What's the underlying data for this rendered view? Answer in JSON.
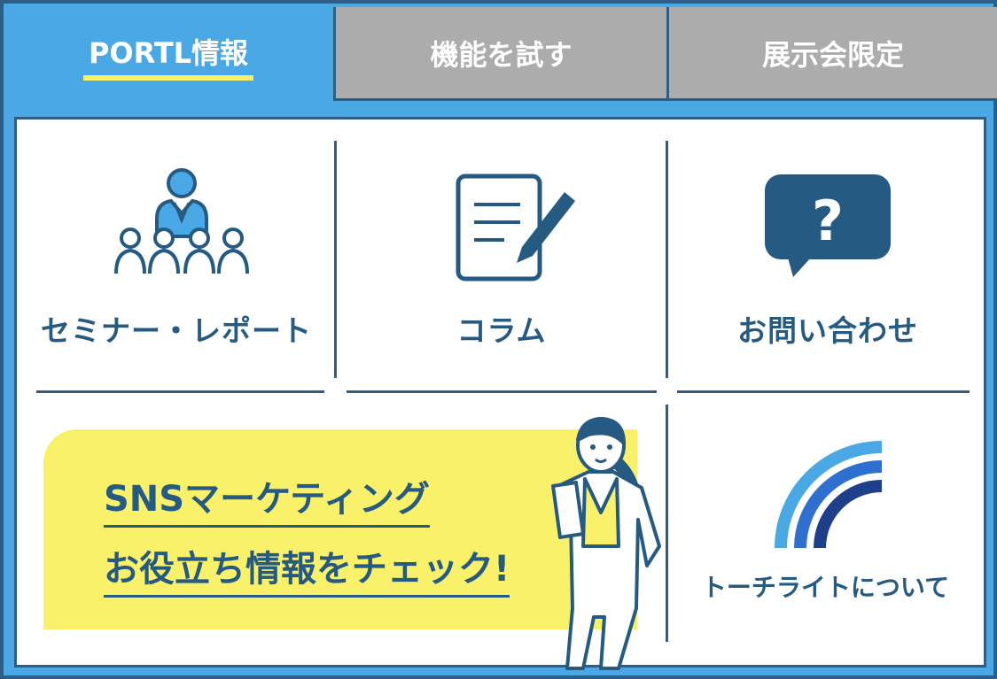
{
  "tabs": [
    {
      "label": "PORTL情報",
      "active": true
    },
    {
      "label": "機能を試す",
      "active": false
    },
    {
      "label": "展示会限定",
      "active": false
    }
  ],
  "cards": {
    "seminar": {
      "label": "セミナー・レポート",
      "icon": "audience-icon"
    },
    "column": {
      "label": "コラム",
      "icon": "document-pen-icon"
    },
    "contact": {
      "label": "お問い合わせ",
      "icon": "question-bubble-icon"
    }
  },
  "banner": {
    "line1": "SNSマーケティング",
    "line2": "お役立ち情報をチェック!"
  },
  "about": {
    "label": "トーチライトについて",
    "icon": "torchlight-logo-icon"
  },
  "colors": {
    "frame_blue": "#4aa8e4",
    "navy": "#2e5d86",
    "text_navy": "#255a83",
    "inactive_gray": "#acacac",
    "accent_yellow": "#f9f16a"
  }
}
